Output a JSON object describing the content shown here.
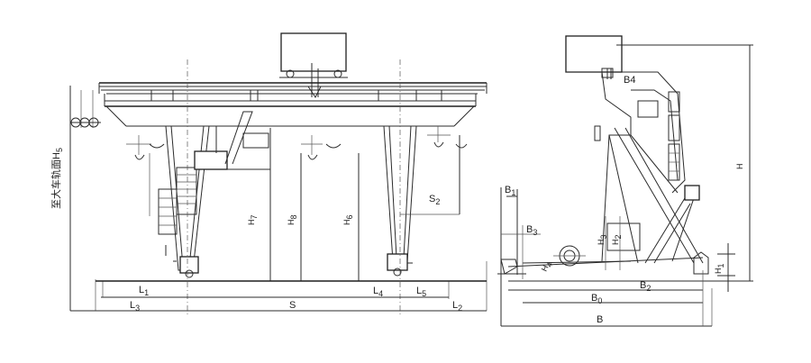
{
  "front_view": {
    "side_label": "至大车轨面H",
    "side_label_sub": "5",
    "dims": {
      "L1": {
        "main": "L",
        "sub": "1"
      },
      "L3": {
        "main": "L",
        "sub": "3"
      },
      "S": {
        "main": "S",
        "sub": ""
      },
      "L4": {
        "main": "L",
        "sub": "4"
      },
      "L5": {
        "main": "L",
        "sub": "5"
      },
      "L2": {
        "main": "L",
        "sub": "2"
      },
      "S2": {
        "main": "S",
        "sub": "2"
      },
      "H7": {
        "main": "H",
        "sub": "7"
      },
      "H8": {
        "main": "H",
        "sub": "8"
      },
      "H6": {
        "main": "H",
        "sub": "6"
      }
    }
  },
  "side_view": {
    "dims": {
      "B4": {
        "main": "B4",
        "sub": ""
      },
      "B1": {
        "main": "B",
        "sub": "1"
      },
      "B3": {
        "main": "B",
        "sub": "3"
      },
      "H4": {
        "main": "H",
        "sub": "4"
      },
      "H3": {
        "main": "H",
        "sub": "3"
      },
      "H2": {
        "main": "H",
        "sub": "2"
      },
      "H1": {
        "main": "H",
        "sub": "1"
      },
      "H": {
        "main": "H",
        "sub": ""
      },
      "B2": {
        "main": "B",
        "sub": "2"
      },
      "B0": {
        "main": "B",
        "sub": "0"
      },
      "B": {
        "main": "B",
        "sub": ""
      }
    }
  }
}
